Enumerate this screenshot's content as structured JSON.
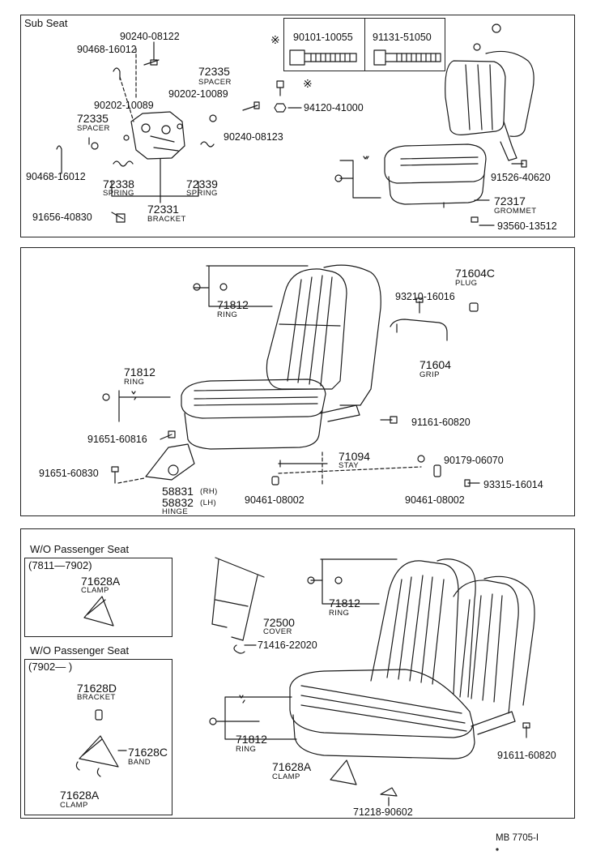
{
  "footer": "MB 7705-I",
  "sub_seat": {
    "title": "Sub Seat",
    "mark_x": "※",
    "bolts": [
      {
        "part": "90101-10055"
      },
      {
        "part": "91131-51050"
      }
    ],
    "labels": {
      "p90240_08122": "90240-08122",
      "p90468_16012_top": "90468-16012",
      "p72335_a": "72335",
      "spacer_a": "SPACER",
      "p90202_10089_a": "90202-10089",
      "p90202_10089_b": "90202-10089",
      "p72335_b": "72335",
      "spacer_b": "SPACER",
      "p94120_41000": "94120-41000",
      "p90240_08123": "90240-08123",
      "p90468_16012_bot": "90468-16012",
      "p72338": "72338",
      "spring_a": "SPRING",
      "p72339": "72339",
      "spring_b": "SPRING",
      "p72331": "72331",
      "bracket": "BRACKET",
      "p91656_40830": "91656-40830",
      "p91526_40620": "91526-40620",
      "p72317": "72317",
      "grommet": "GROMMET",
      "p93560_13512": "93560-13512"
    }
  },
  "front_seat": {
    "labels": {
      "p71812_a": "71812",
      "ring_a": "RING",
      "p71604c": "71604C",
      "plug": "PLUG",
      "p93210_16016": "93210-16016",
      "p71604": "71604",
      "grip": "GRIP",
      "p71812_b": "71812",
      "ring_b": "RING",
      "p91161_60820": "91161-60820",
      "p91651_60816": "91651-60816",
      "p71094": "71094",
      "stay": "STAY",
      "p90179_06070": "90179-06070",
      "p91651_60830": "91651-60830",
      "p93315_16014": "93315-16014",
      "p58831": "58831",
      "rh": "(RH)",
      "p58832": "58832",
      "lh": "(LH)",
      "hinge": "HINGE",
      "p90461_08002_a": "90461-08002",
      "p90461_08002_b": "90461-08002"
    }
  },
  "bench_seat": {
    "labels": {
      "wo_title_a": "W/O Passenger Seat",
      "range_a": "(7811—7902)",
      "p71628a_a": "71628A",
      "clamp_a": "CLAMP",
      "wo_title_b": "W/O Passenger Seat",
      "range_b": "(7902—       )",
      "p71628d": "71628D",
      "bracket_d": "BRACKET",
      "p71628c": "71628C",
      "band": "BAND",
      "p71628a_b": "71628A",
      "clamp_b": "CLAMP",
      "p72500": "72500",
      "cover": "COVER",
      "p71416_22020": "71416-22020",
      "p71812_c": "71812",
      "ring_c": "RING",
      "p71812_d": "71812",
      "ring_d": "RING",
      "p71628a_c": "71628A",
      "clamp_c": "CLAMP",
      "p91611_60820": "91611-60820",
      "p71218_90602": "71218-90602"
    }
  }
}
